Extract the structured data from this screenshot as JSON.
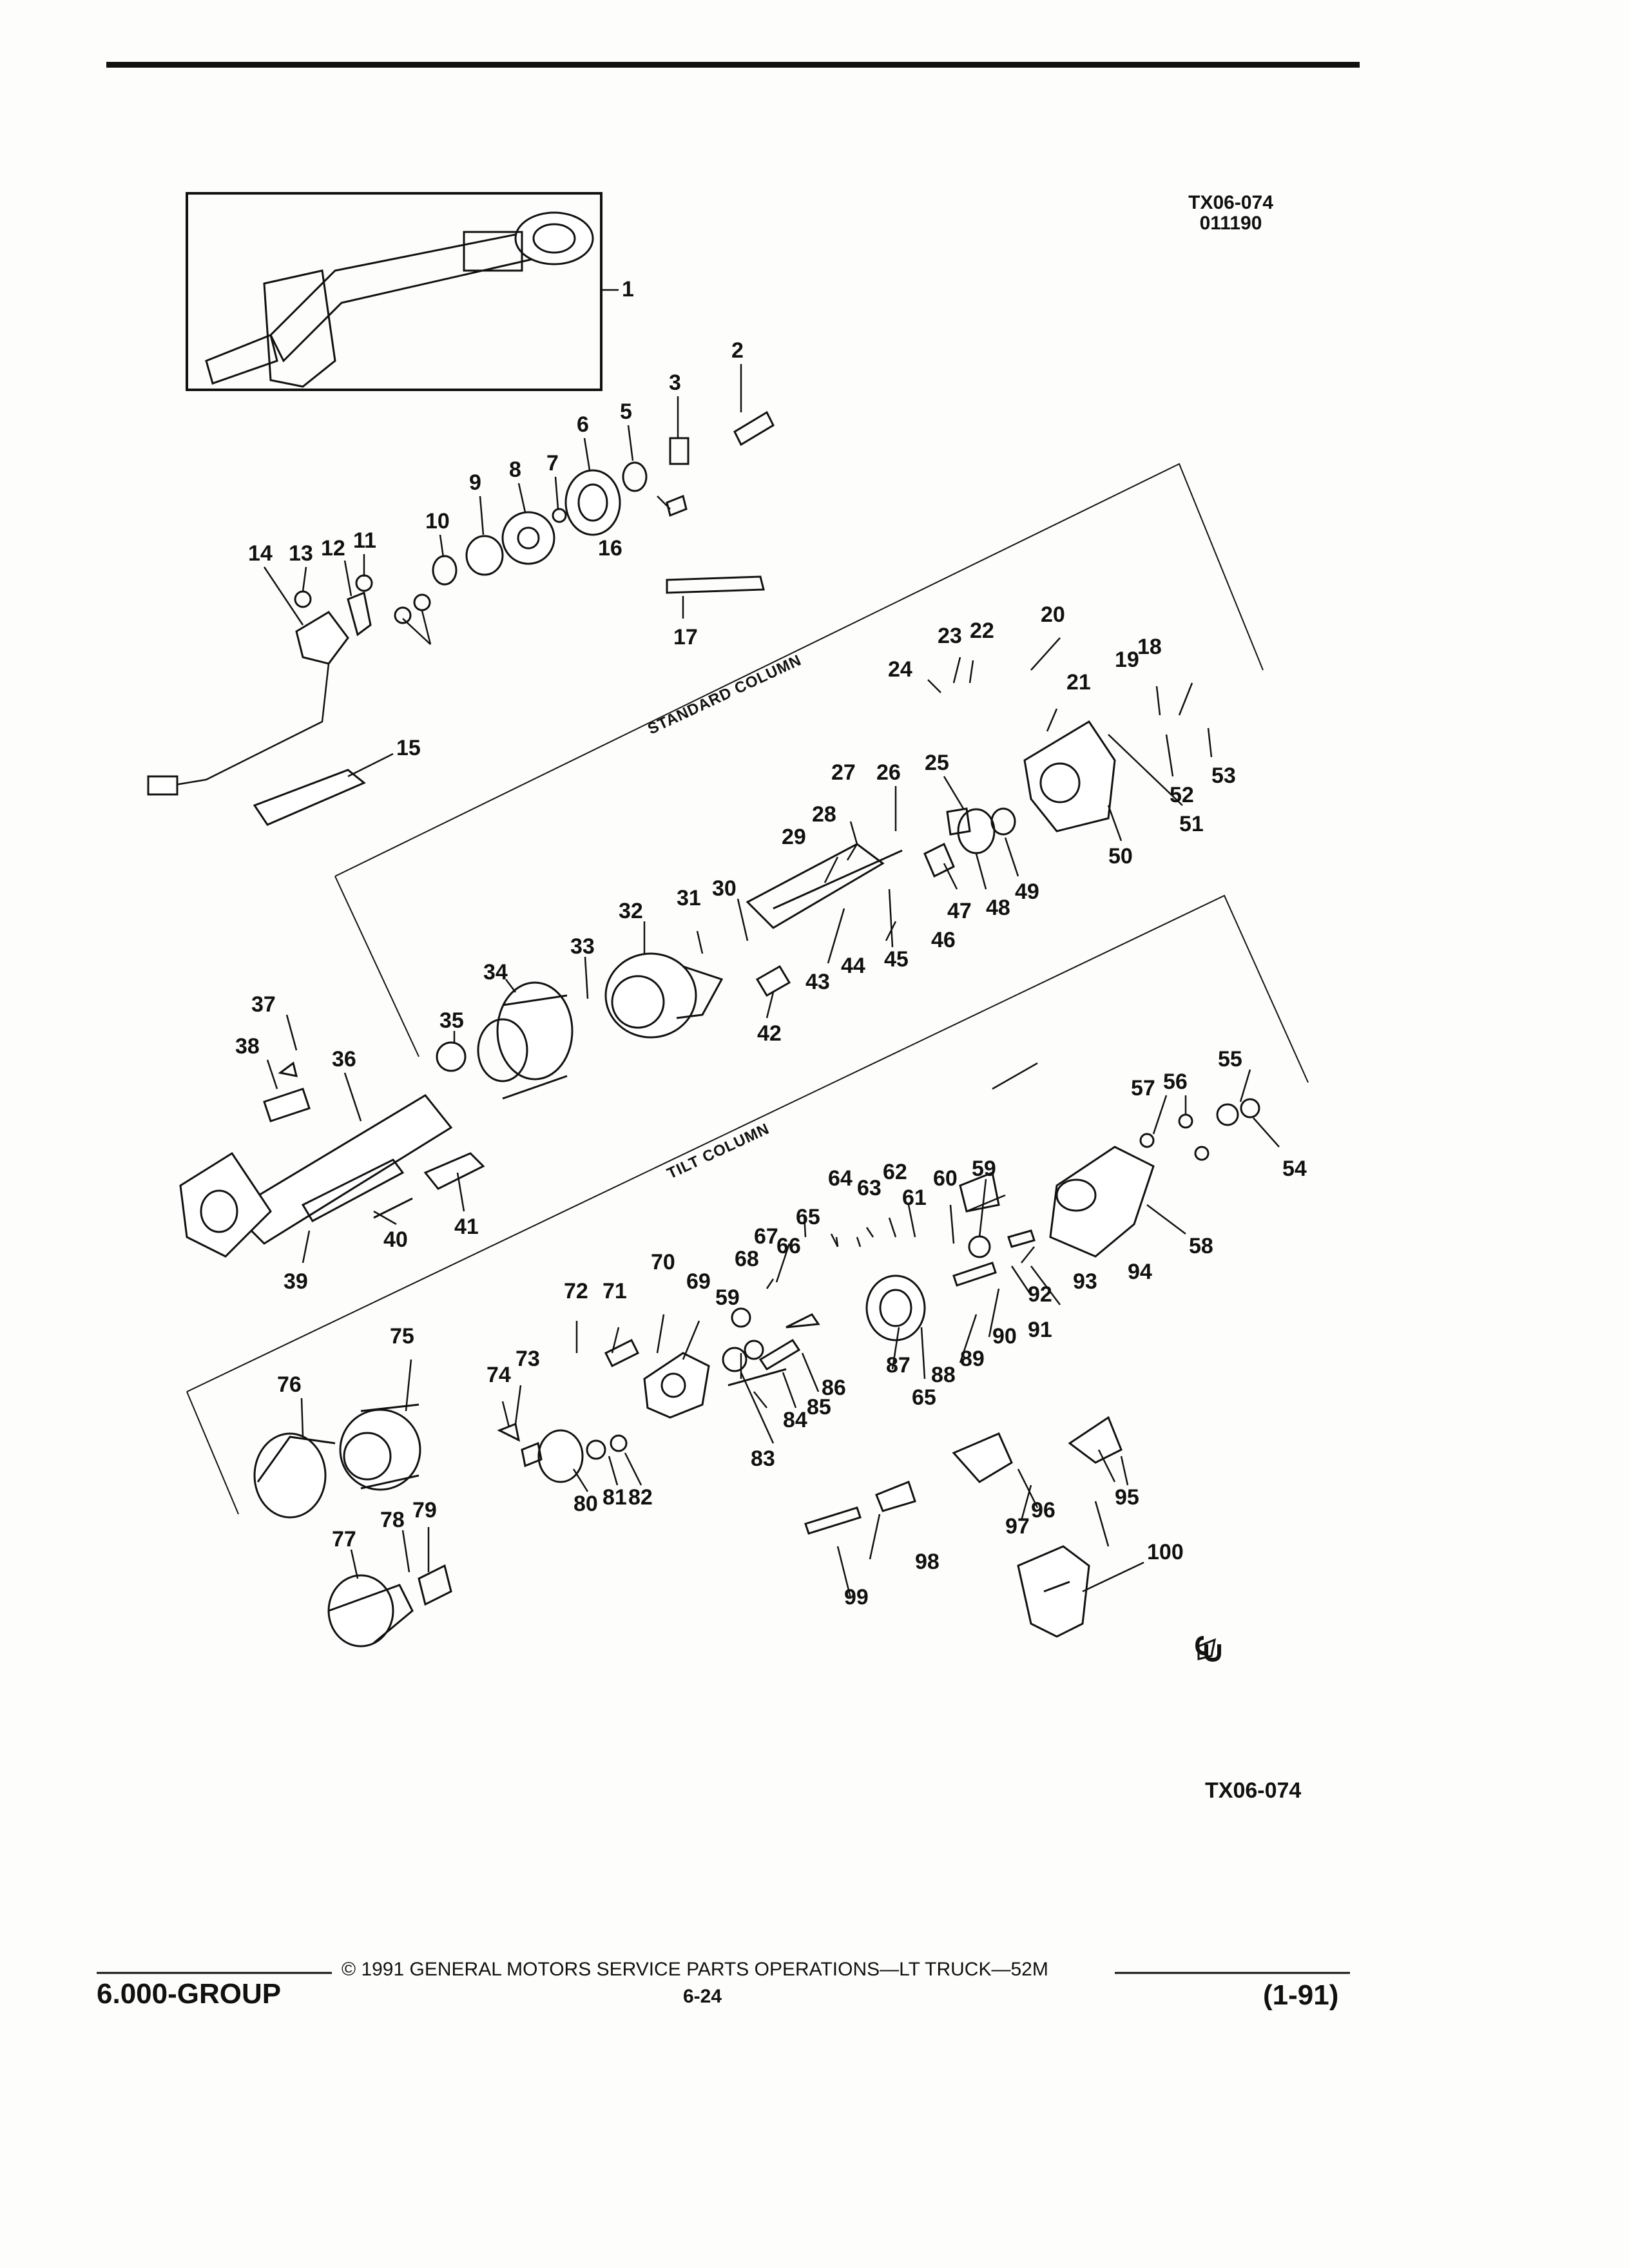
{
  "header": {
    "figure_code": "TX06-074",
    "figure_date": "011190"
  },
  "diagram": {
    "section_labels": [
      "STANDARD COLUMN",
      "TILT COLUMN"
    ],
    "callouts": [
      "1",
      "2",
      "3",
      "5",
      "6",
      "7",
      "8",
      "9",
      "10",
      "11",
      "12",
      "13",
      "14",
      "15",
      "16",
      "17",
      "18",
      "19",
      "20",
      "21",
      "22",
      "23",
      "24",
      "25",
      "26",
      "27",
      "28",
      "29",
      "30",
      "31",
      "32",
      "33",
      "34",
      "35",
      "36",
      "37",
      "38",
      "39",
      "40",
      "41",
      "42",
      "43",
      "44",
      "45",
      "46",
      "47",
      "48",
      "49",
      "50",
      "51",
      "52",
      "53",
      "54",
      "55",
      "56",
      "57",
      "58",
      "59",
      "60",
      "61",
      "62",
      "63",
      "64",
      "65",
      "66",
      "67",
      "68",
      "69",
      "70",
      "71",
      "72",
      "73",
      "74",
      "75",
      "76",
      "77",
      "78",
      "79",
      "80",
      "81",
      "82",
      "83",
      "84",
      "85",
      "86",
      "87",
      "88",
      "89",
      "90",
      "91",
      "92",
      "93",
      "94",
      "95",
      "96",
      "97",
      "98",
      "99",
      "100"
    ],
    "bottom_code": "TX06-074"
  },
  "footer": {
    "group": "6.000-GROUP",
    "copyright": "© 1991 GENERAL MOTORS SERVICE PARTS OPERATIONS—LT TRUCK—52M",
    "page": "6-24",
    "revision": "(1-91)"
  }
}
